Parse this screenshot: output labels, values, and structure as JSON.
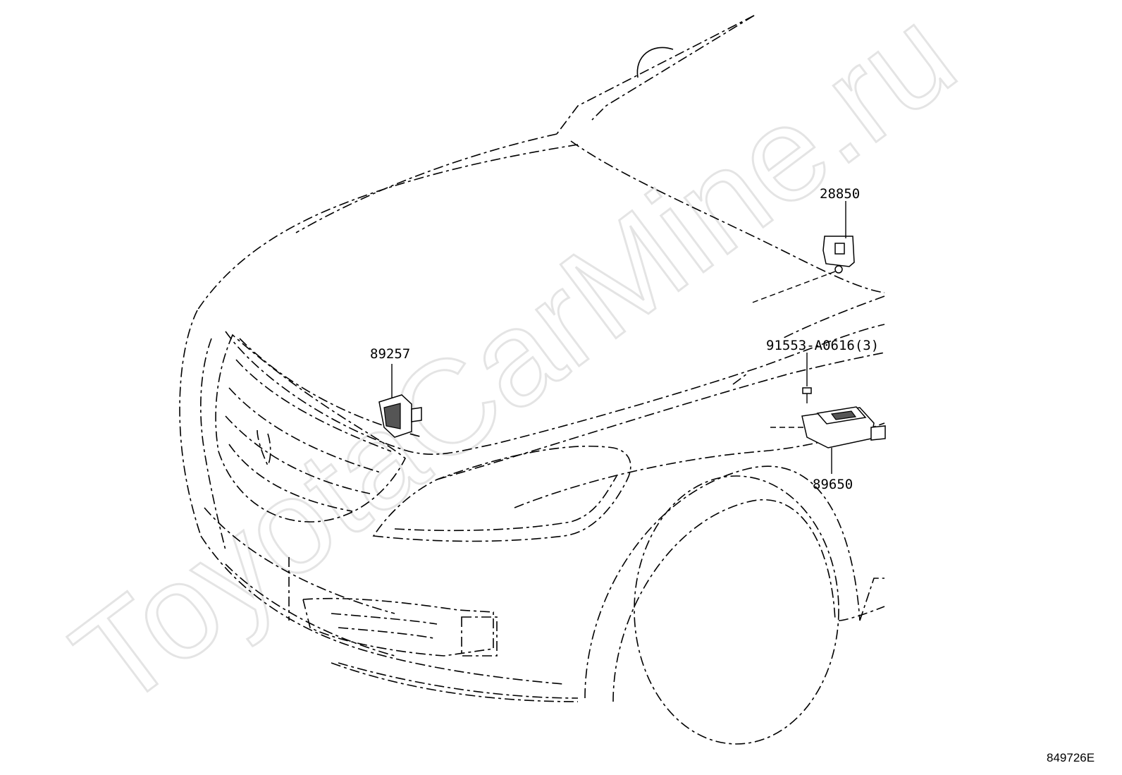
{
  "watermark": "ToyotaCarMine.ru",
  "figure_id": "849726E",
  "callouts": [
    {
      "id": "28850",
      "label": "28850"
    },
    {
      "id": "89257",
      "label": "89257"
    },
    {
      "id": "91553",
      "label": "91553-A0616(3)"
    },
    {
      "id": "89650",
      "label": "89650"
    }
  ]
}
